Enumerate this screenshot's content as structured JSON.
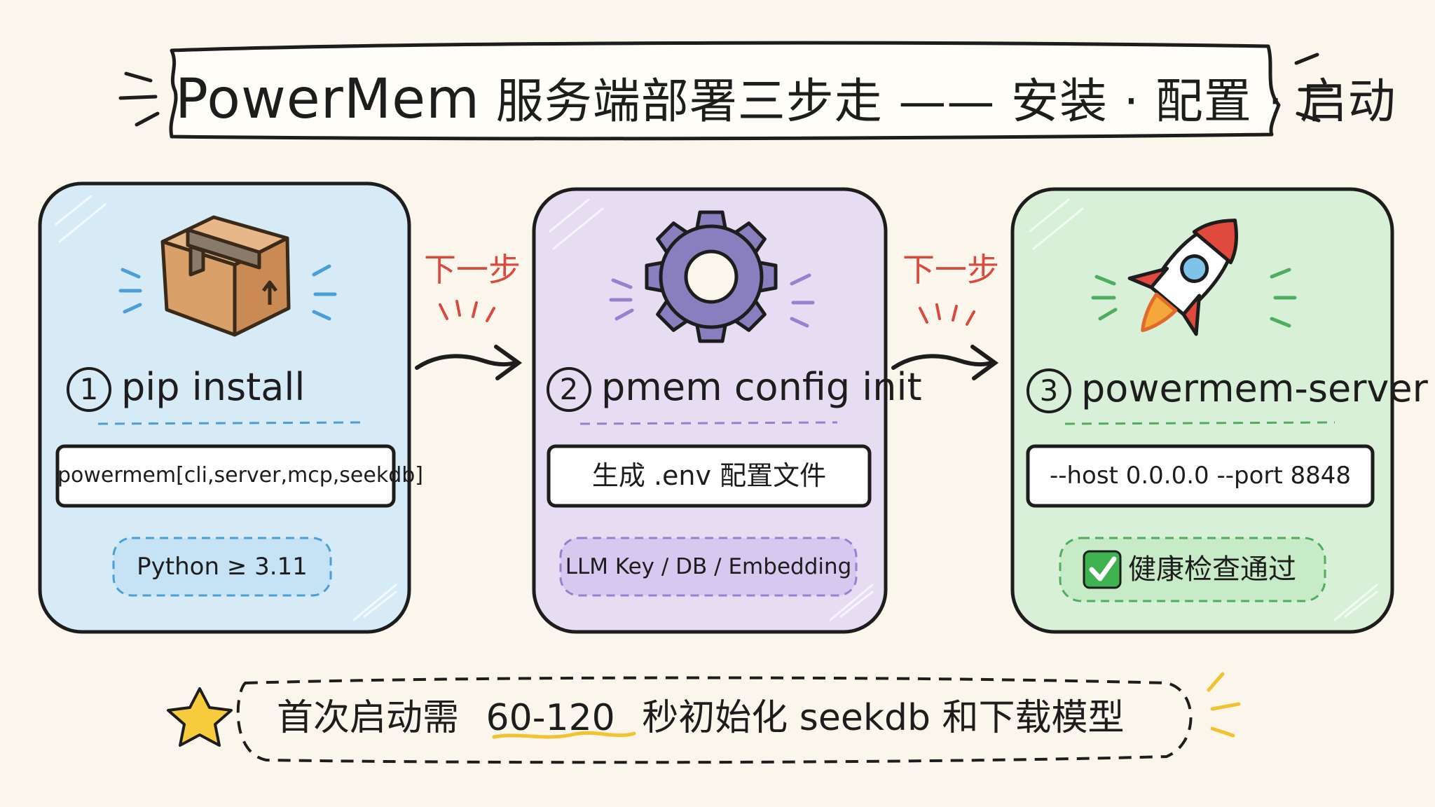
{
  "title": {
    "brand": "PowerMem",
    "text": "服务端部署三步走 —— 安装 · 配置 · 启动"
  },
  "arrows": {
    "next_label": "下一步"
  },
  "steps": [
    {
      "number": "1",
      "command": "pip install",
      "detail": "powermem[cli,server,mcp,seekdb]",
      "note": "Python ≥ 3.11",
      "icon": "package-box-icon",
      "color": "#d7ebf7"
    },
    {
      "number": "2",
      "command": "pmem config init",
      "detail": "生成 .env 配置文件",
      "note": "LLM Key / DB / Embedding",
      "icon": "gear-icon",
      "color": "#e6ddf3"
    },
    {
      "number": "3",
      "command": "powermem-server",
      "detail": "--host 0.0.0.0 --port 8848",
      "note": "健康检查通过",
      "icon": "rocket-icon",
      "color": "#d9f0d8"
    }
  ],
  "footer": {
    "prefix": "首次启动需",
    "highlight": "60-120",
    "suffix": "秒初始化 seekdb 和下载模型"
  }
}
